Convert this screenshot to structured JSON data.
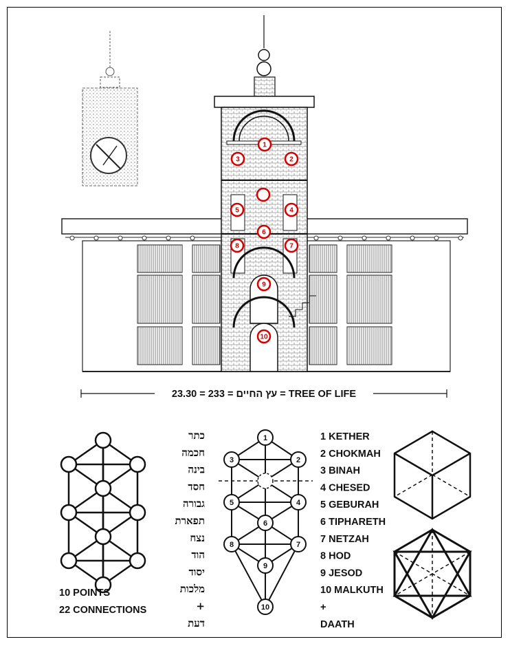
{
  "dimension_line": {
    "text": "23.30 = 233 = עץ החיים = TREE OF LIFE"
  },
  "tower_markers": [
    "1",
    "2",
    "3",
    "",
    "4",
    "5",
    "6",
    "7",
    "8",
    "9",
    "10"
  ],
  "left_diagram": {
    "points_label": "10 POINTS",
    "connections_label": "22 CONNECTIONS"
  },
  "hebrew_names": [
    "כתר",
    "חכמה",
    "בינה",
    "חסד",
    "גבורה",
    "תפארת",
    "נצח",
    "הוד",
    "יסוד",
    "מלכות",
    "+",
    "דעת"
  ],
  "sephiroth": [
    "1 KETHER",
    "2 CHOKMAH",
    "3 BINAH",
    "4 CHESED",
    "5 GEBURAH",
    "6 TIPHARETH",
    "7 NETZAH",
    "8 HOD",
    "9 JESOD",
    "10 MALKUTH",
    "+",
    "DAATH"
  ],
  "tree_nodes": [
    "1",
    "2",
    "3",
    "4",
    "5",
    "6",
    "7",
    "8",
    "9",
    "10"
  ],
  "colors": {
    "marker_ring": "#d40000",
    "ink": "#111111"
  }
}
